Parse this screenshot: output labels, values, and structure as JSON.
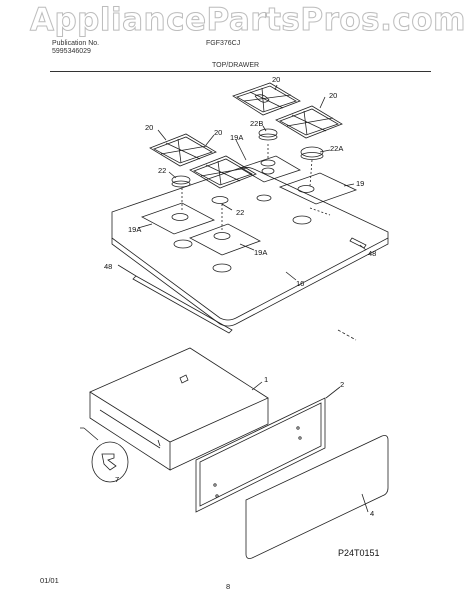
{
  "watermark": "AppliancePartsPros.com",
  "header": {
    "publication_label": "Publication No.",
    "publication_number": "5995346029",
    "model": "FGF376CJ",
    "section": "TOP/DRAWER"
  },
  "callouts": {
    "grate_top": "20",
    "grate_right": "20",
    "grate_left": "20",
    "grate_center": "20",
    "cap_22b": "22B",
    "cap_22a": "22A",
    "cap_22_left": "22",
    "cap_22_center": "22",
    "ring_19a_top": "19A",
    "ring_19a_left": "19A",
    "ring_19a_center": "19A",
    "ring_19": "19",
    "strip_left_48": "48",
    "strip_right_48": "48",
    "cooktop_16": "16",
    "drawer_1": "1",
    "drawer_front_2": "2",
    "panel_4": "4",
    "hinge_7": "7"
  },
  "footer": {
    "date": "01/01",
    "page": "8",
    "diagram_code": "P24T0151"
  }
}
